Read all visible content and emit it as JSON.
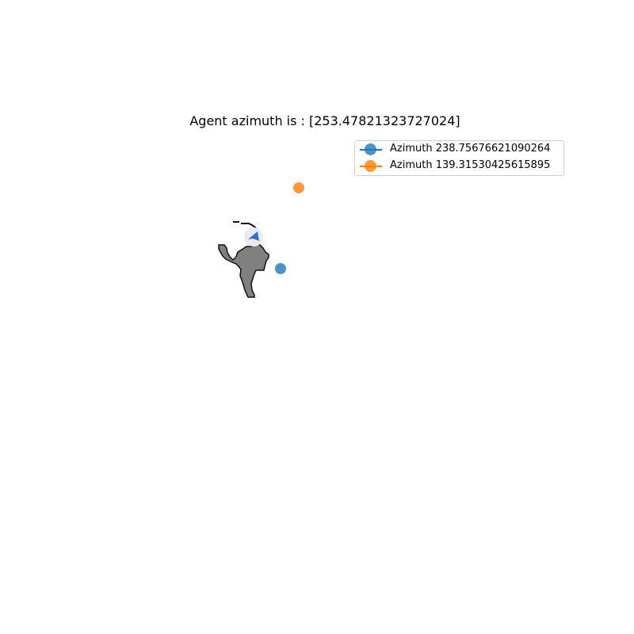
{
  "title": "Agent azimuth is : [253.47821323727024]",
  "legend": [
    {
      "label": "Azimuth 238.75676621090264",
      "color": "#1f77b4"
    },
    {
      "label": "Azimuth 139.31530425615895",
      "color": "#ff7f0e"
    }
  ],
  "map": {
    "explored_area_color": "#808080",
    "boundary_color": "#000000",
    "agent_color": "#3a6fc9",
    "agent_halo_color": "#e6ecf5"
  }
}
